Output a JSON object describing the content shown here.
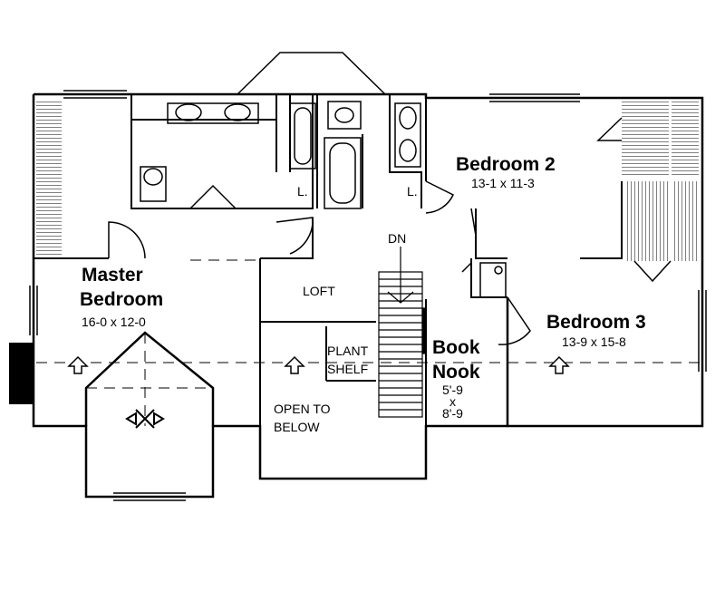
{
  "rooms": {
    "master_bedroom": {
      "name_line1": "Master",
      "name_line2": "Bedroom",
      "size": "16-0 x 12-0"
    },
    "bedroom_2": {
      "name": "Bedroom 2",
      "size": "13-1 x 11-3"
    },
    "bedroom_3": {
      "name": "Bedroom 3",
      "size": "13-9 x 15-8"
    },
    "book_nook": {
      "name_line1": "Book",
      "name_line2": "Nook",
      "size_line1": "5'-9",
      "size_line2": "x",
      "size_line3": "8'-9"
    },
    "loft": {
      "name": "LOFT"
    },
    "plant_shelf": {
      "line1": "PLANT",
      "line2": "SHELF"
    },
    "open_to_below": {
      "line1": "OPEN TO",
      "line2": "BELOW"
    },
    "stair": {
      "label": "DN"
    },
    "linen_1": {
      "label": "L."
    },
    "linen_2": {
      "label": "L."
    }
  },
  "colors": {
    "line": "#000000",
    "background": "#ffffff"
  }
}
